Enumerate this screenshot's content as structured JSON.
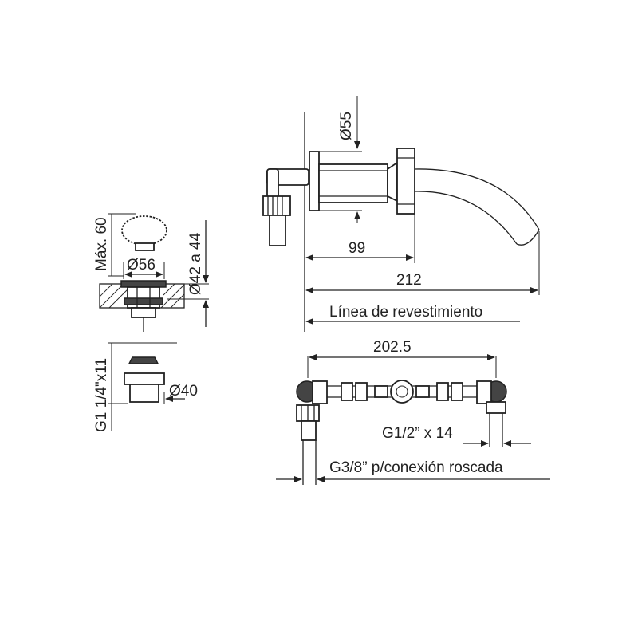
{
  "labels": {
    "max_height": "Máx. 60",
    "diam_56": "Ø56",
    "diam_42_44": "Ø42 a 44",
    "thread_g1": "G1 1/4\"x11",
    "diam_40": "Ø40",
    "diam_55": "Ø55",
    "dim_99": "99",
    "dim_212": "212",
    "wall_line": "Línea de revestimiento",
    "dim_202_5": "202.5",
    "thread_g12": "G1/2” x 14",
    "thread_g38": "G3/8” p/conexión roscada"
  },
  "colors": {
    "line": "#222222",
    "fill_dark": "#444444",
    "background": "#ffffff"
  }
}
